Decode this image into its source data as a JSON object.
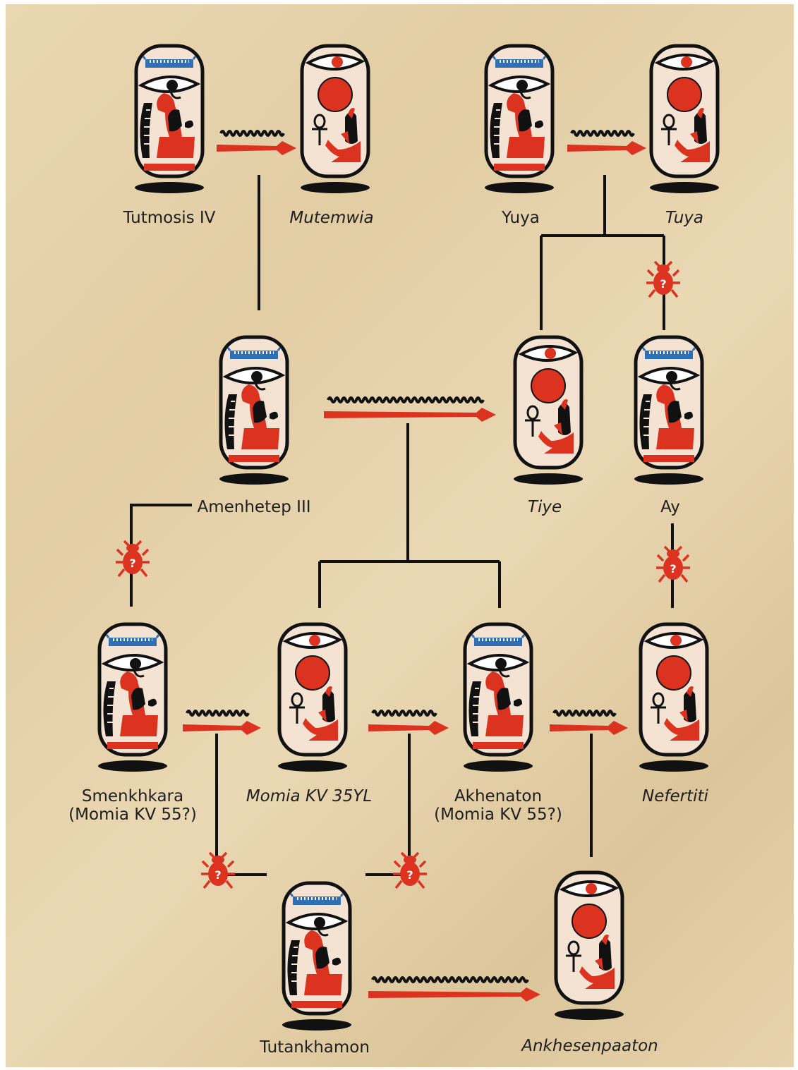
{
  "people": {
    "tutmosis": {
      "name": "Tutmosis IV",
      "sex": "m"
    },
    "mutemwia": {
      "name": "Mutemwia",
      "sex": "f"
    },
    "yuya": {
      "name": "Yuya",
      "sex": "m"
    },
    "tuya": {
      "name": "Tuya",
      "sex": "f"
    },
    "amenhetep": {
      "name": "Amenhetep III",
      "sex": "m"
    },
    "tiye": {
      "name": "Tiye",
      "sex": "f"
    },
    "ay": {
      "name": "Ay",
      "sex": "m"
    },
    "smenkhkara": {
      "name": "Smenkhkara",
      "name2": "(Momia KV 55?)",
      "sex": "m"
    },
    "momia35": {
      "name": "Momia KV 35YL",
      "sex": "f"
    },
    "akhenaton": {
      "name": "Akhenaton",
      "name2": "(Momia KV 55?)",
      "sex": "m"
    },
    "nefertiti": {
      "name": "Nefertiti",
      "sex": "f"
    },
    "tutankhamon": {
      "name": "Tutankhamon",
      "sex": "m"
    },
    "ankhesenpaaton": {
      "name": "Ankhesenpaaton",
      "sex": "f"
    }
  },
  "uncertain_mark": "?",
  "colors": {
    "red": "#dc3321",
    "black": "#111111",
    "cartouche_fill": "#f4e3d3",
    "blue": "#2f6fb4",
    "papyrus": "#e5d1aa"
  }
}
